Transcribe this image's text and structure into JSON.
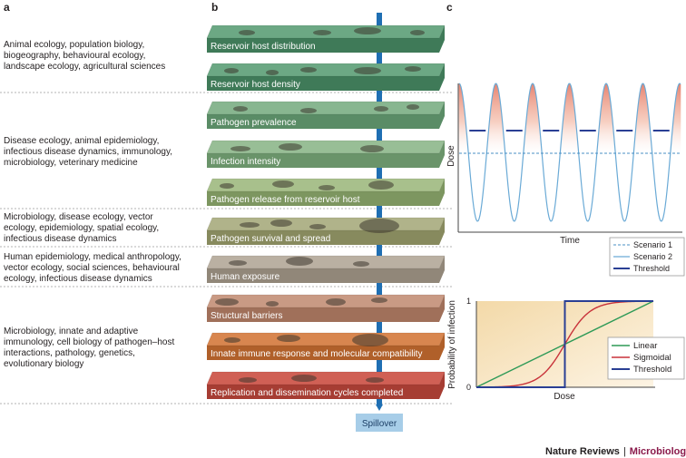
{
  "panel_labels": {
    "a": "a",
    "b": "b",
    "c": "c"
  },
  "disciplines": [
    {
      "lines": [
        "Animal ecology, population biology,",
        "biogeography, behavioural ecology,",
        "landscape ecology, agricultural sciences"
      ]
    },
    {
      "lines": [
        "Disease ecology, animal epidemiology,",
        "infectious disease dynamics, immunology,",
        "microbiology, veterinary medicine"
      ]
    },
    {
      "lines": [
        "Microbiology, disease ecology, vector",
        "ecology, epidemiology, spatial ecology,",
        "infectious disease dynamics"
      ]
    },
    {
      "lines": [
        "Human epidemiology, medical anthropology,",
        "vector ecology, social sciences, behavioural",
        "ecology, infectious disease dynamics"
      ]
    },
    {
      "lines": [
        "Microbiology, innate and adaptive",
        "immunology, cell biology of pathogen–host",
        "interactions, pathology, genetics,",
        "evolutionary biology"
      ]
    }
  ],
  "layers": [
    {
      "label": "Reservoir host distribution",
      "top": "#6ca884",
      "side": "#3f7a58"
    },
    {
      "label": "Reservoir host density",
      "top": "#6ca884",
      "side": "#3f7a58"
    },
    {
      "label": "Pathogen prevalence",
      "top": "#88b690",
      "side": "#5a8c66"
    },
    {
      "label": "Infection intensity",
      "top": "#98be96",
      "side": "#6a946a"
    },
    {
      "label": "Pathogen release from reservoir host",
      "top": "#a8c08c",
      "side": "#7d9660"
    },
    {
      "label": "Pathogen survival and spread",
      "top": "#b0b38a",
      "side": "#878a5e"
    },
    {
      "label": "Human exposure",
      "top": "#bab0a2",
      "side": "#918779"
    },
    {
      "label": "Structural barriers",
      "top": "#c99a84",
      "side": "#a0705a"
    },
    {
      "label": "Innate immune response and molecular compatibility",
      "top": "#d8864f",
      "side": "#b0602a"
    },
    {
      "label": "Replication and dissemination cycles completed",
      "top": "#d06055",
      "side": "#a63d33"
    }
  ],
  "spillover_label": "Spillover",
  "dose_panel": {
    "ylabel": "Dose",
    "xlabel": "Time",
    "legend": [
      "Scenario 1",
      "Scenario 2",
      "Threshold"
    ],
    "colors": {
      "scenario1": "#4a8fc4",
      "scenario2": "#6aaad6",
      "threshold": "#2a3f94",
      "peak": "#e06a55"
    }
  },
  "chart_data": {
    "type": "line",
    "xlabel": "Dose",
    "ylabel": "Probability of infection",
    "x": [
      0,
      1
    ],
    "ylim": [
      0,
      1
    ],
    "yticks": [
      "0",
      "1"
    ],
    "series": [
      {
        "name": "Linear",
        "color": "#2e9a57",
        "points": [
          [
            0,
            0
          ],
          [
            1,
            1
          ]
        ]
      },
      {
        "name": "Sigmoidal",
        "color": "#c8323a",
        "points": [
          [
            0,
            0.01
          ],
          [
            0.2,
            0.04
          ],
          [
            0.3,
            0.11
          ],
          [
            0.4,
            0.29
          ],
          [
            0.5,
            0.5
          ],
          [
            0.6,
            0.71
          ],
          [
            0.7,
            0.89
          ],
          [
            0.8,
            0.96
          ],
          [
            1,
            0.995
          ]
        ]
      },
      {
        "name": "Threshold",
        "color": "#2a3f94",
        "points": [
          [
            0,
            0
          ],
          [
            0.5,
            0
          ],
          [
            0.5,
            1
          ],
          [
            1,
            1
          ]
        ]
      }
    ]
  },
  "footer": {
    "journal": "Nature Reviews",
    "separator": "|",
    "section": "Microbiology"
  }
}
